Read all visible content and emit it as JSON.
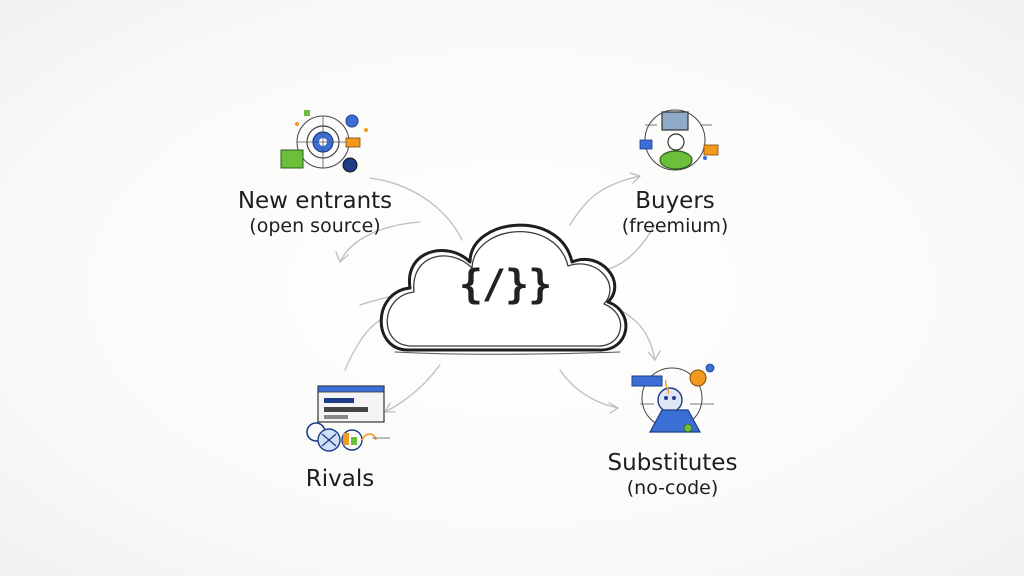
{
  "center": {
    "label": "{/}}"
  },
  "nodes": {
    "new_entrants": {
      "title": "New entrants",
      "subtitle": "(open source)"
    },
    "buyers": {
      "title": "Buyers",
      "subtitle": "(freemium)"
    },
    "rivals": {
      "title": "Rivals"
    },
    "substitutes": {
      "title": "Substitutes",
      "subtitle": "(no-code)"
    }
  },
  "colors": {
    "ink": "#222222",
    "arrow": "#b8b8b8",
    "blue": "#3b6fd6",
    "green": "#6cbf3a",
    "orange": "#f39a1e",
    "navy": "#1f3c88"
  },
  "icons": {
    "new_entrants": "gear-network-sketch-icon",
    "buyers": "user-monitor-sketch-icon",
    "rivals": "dashboard-screen-sketch-icon",
    "substitutes": "robot-gear-sketch-icon"
  }
}
